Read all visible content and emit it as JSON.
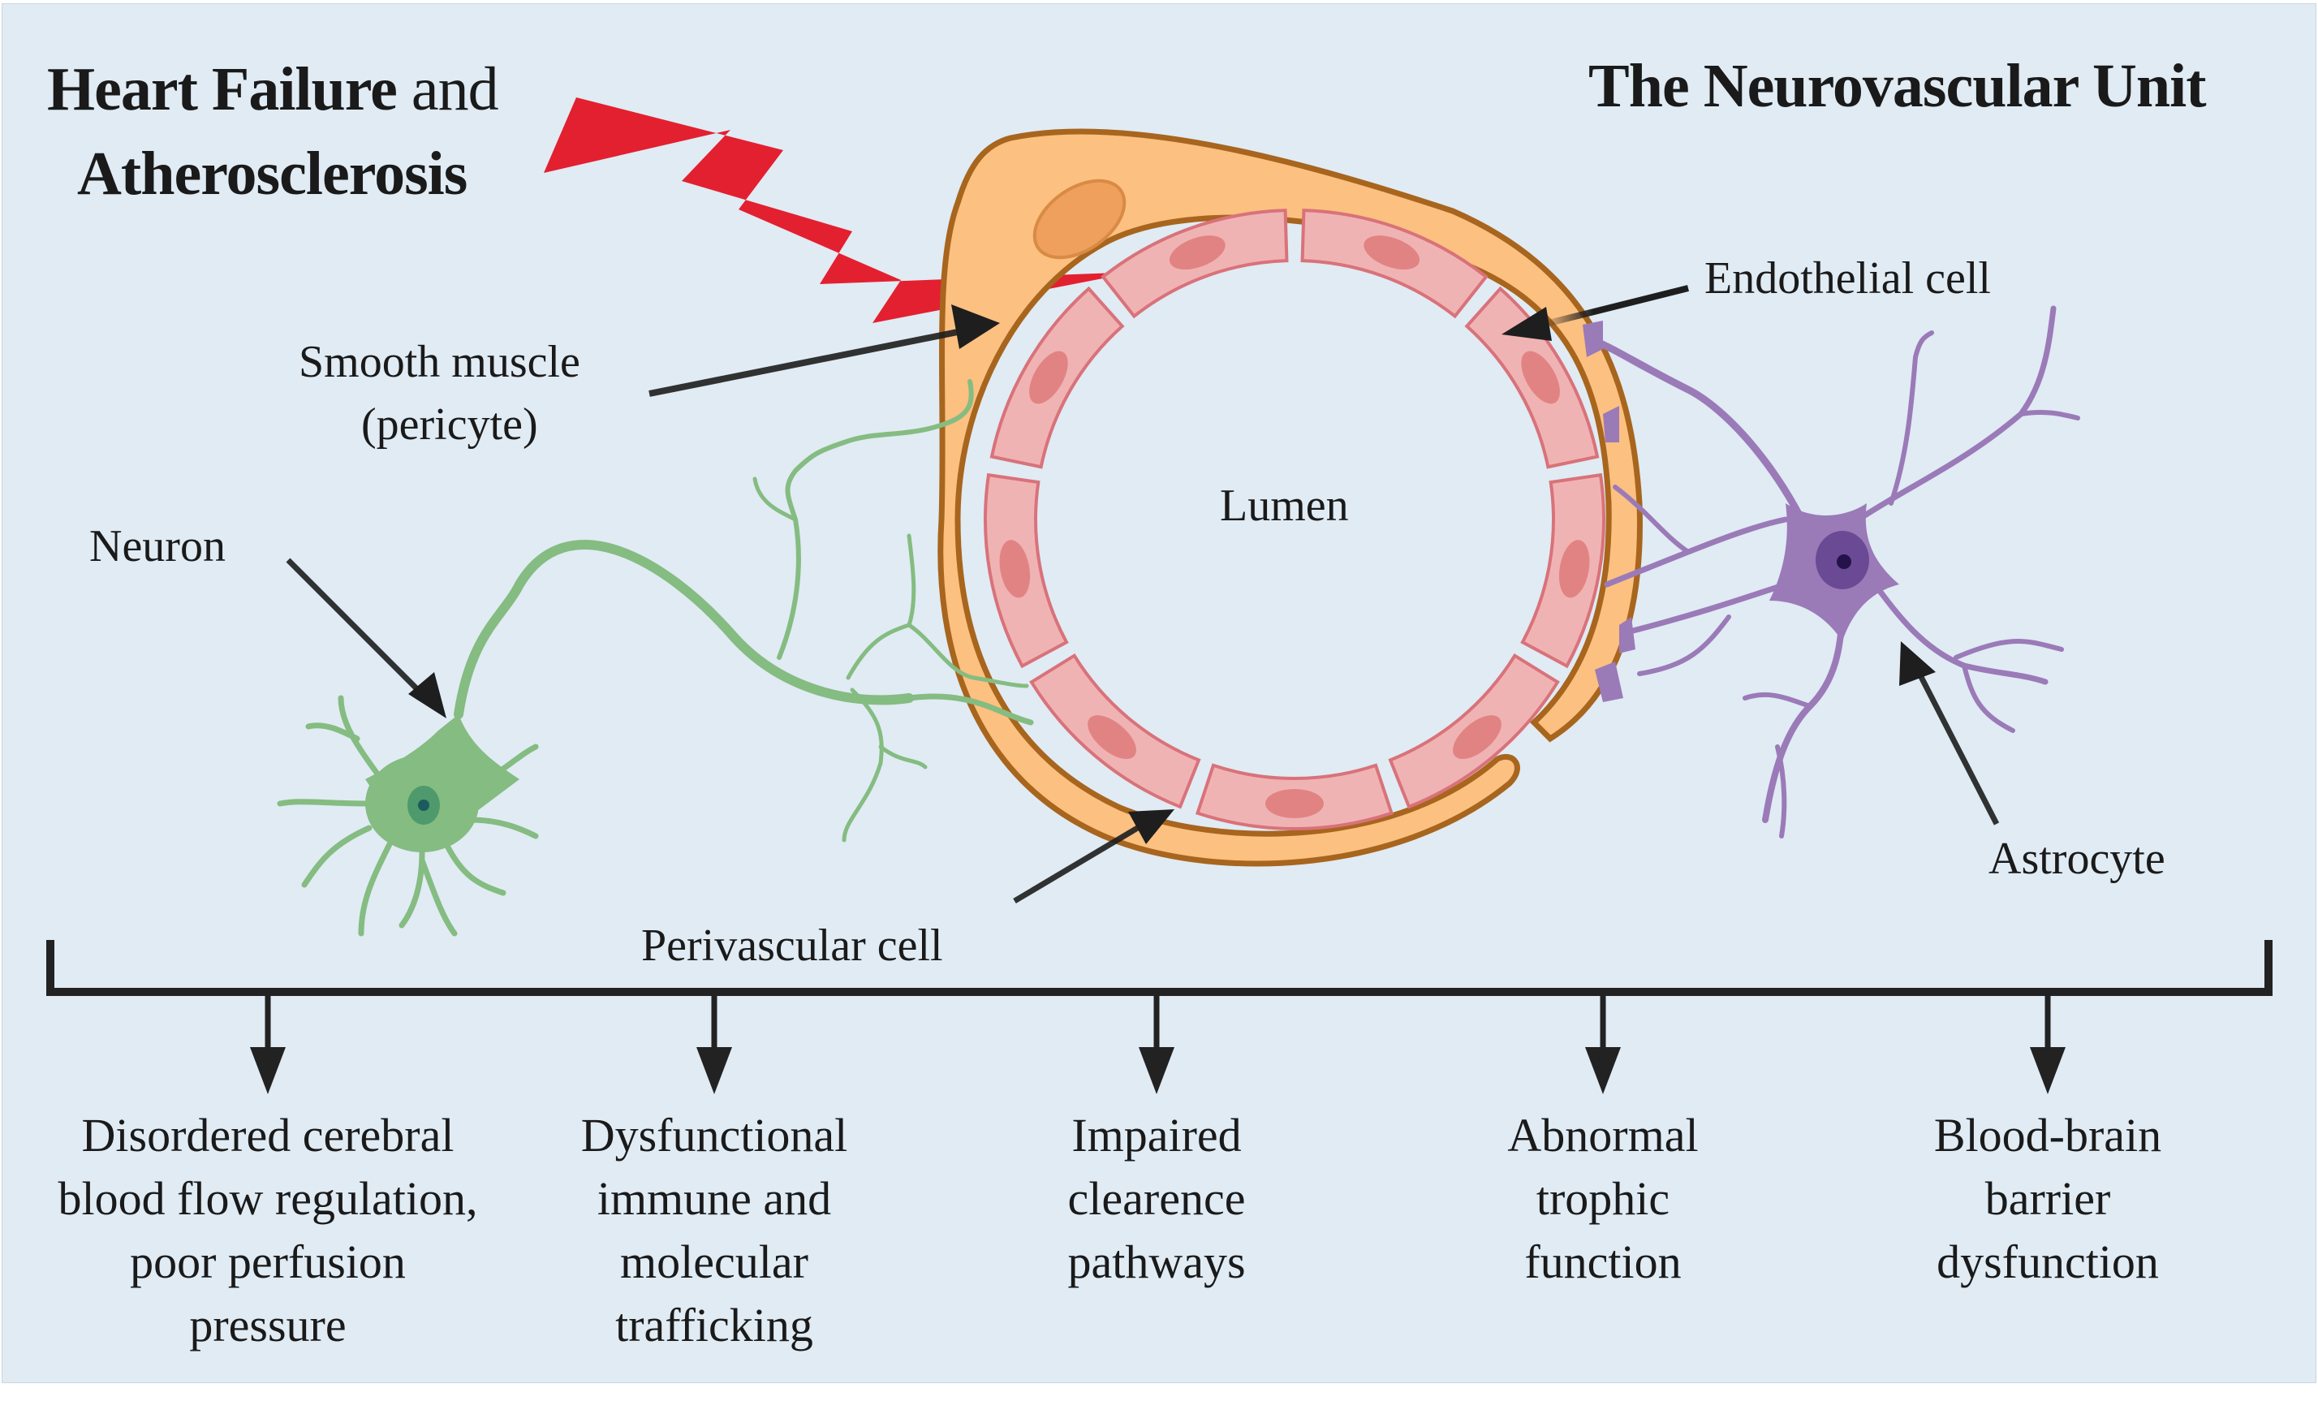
{
  "figure": {
    "title_left": {
      "line1_bold": "Heart Failure",
      "line1_normal": " and",
      "line2_bold": "Atherosclerosis"
    },
    "title_right": "The Neurovascular Unit",
    "labels": {
      "endothelial_cell": "Endothelial cell",
      "smooth_muscle_line1": "Smooth muscle",
      "smooth_muscle_line2": "(pericyte)",
      "lumen": "Lumen",
      "neuron": "Neuron",
      "astrocyte": "Astrocyte",
      "perivascular_cell": "Perivascular cell"
    },
    "outcomes": [
      {
        "lines": [
          "Disordered cerebral",
          "blood flow regulation,",
          "poor perfusion",
          "pressure"
        ]
      },
      {
        "lines": [
          "Dysfunctional",
          "immune and",
          "molecular",
          "trafficking"
        ]
      },
      {
        "lines": [
          "Impaired",
          "clearence",
          "pathways"
        ]
      },
      {
        "lines": [
          "Abnormal",
          "trophic",
          "function"
        ]
      },
      {
        "lines": [
          "Blood-brain",
          "barrier",
          "dysfunction"
        ]
      }
    ],
    "colors": {
      "background": "#e0ebf4",
      "lightning": "#e3202f",
      "smooth_muscle_fill": "#fcc080",
      "smooth_muscle_stroke": "#a8651e",
      "smooth_muscle_nucleus": "#eea05c",
      "endothelial_fill": "#f0b3b3",
      "endothelial_stroke": "#d9727a",
      "endothelial_nucleus": "#e28383",
      "neuron": "#85bc81",
      "neuron_nucleus": "#4e9a6c",
      "astrocyte": "#9b7ab8",
      "astrocyte_nucleus": "#6a4a94",
      "arrow": "#1e1e1e"
    }
  }
}
